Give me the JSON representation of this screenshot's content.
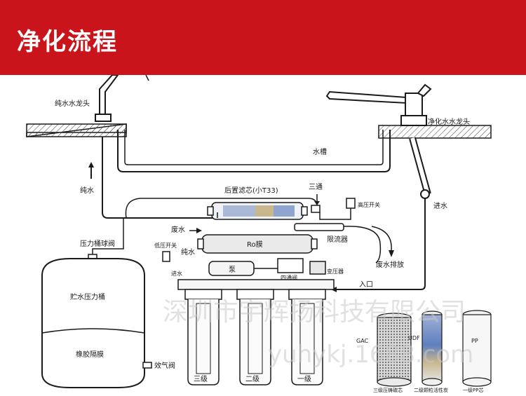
{
  "banner": {
    "title": "净化流程"
  },
  "diagram": {
    "labels": {
      "pure_faucet": "纯水水龙头",
      "purify_faucet": "净化水水龙头",
      "sink": "水槽",
      "pure_water": "纯水",
      "post_filter": "后置滤芯(小T33)",
      "tee": "三通",
      "high_pressure_switch": "高压开关",
      "inlet_water": "进水",
      "waste_water": "废水",
      "ro_membrane": "Ro膜",
      "flow_limiter": "限流器",
      "waste_drain": "废水排放",
      "tank_ball_valve": "压力桶球阀",
      "low_pressure_switch": "低压开关",
      "pure_water_2": "纯水",
      "pump": "泵",
      "inlet_water_2": "进水",
      "four_way_valve": "四通阀",
      "transformer": "变压器",
      "inlet": "入口",
      "tank": "贮水压力桶",
      "rubber_diaphragm": "橡胶隔膜",
      "air_valve": "效气阀",
      "stage3": "三级",
      "stage2": "二级",
      "stage1": "一级",
      "gac": "GAC",
      "udf": "UDF",
      "pp": "PP",
      "cap_gac": "三级压铸碳芯",
      "cap_udf": "二级颗粒活性炭",
      "cap_pp": "一级PP芯"
    },
    "watermark": {
      "company": "深圳市宇辉扬科技有限公司",
      "site": "yuhykj.1688.com"
    }
  },
  "colors": {
    "banner": "#c8141a",
    "line": "#1a1a1a",
    "membrane": "#b9c3d4"
  }
}
